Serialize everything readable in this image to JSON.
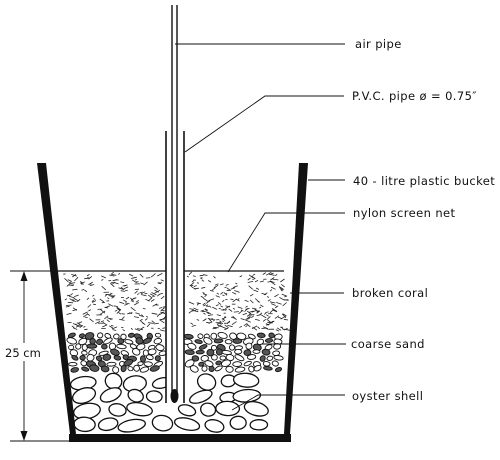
{
  "diagram": {
    "labels": {
      "air_pipe": "air pipe",
      "pvc_pipe": "P.V.C. pipe ø = 0.75″",
      "bucket": "40 - litre plastic bucket",
      "screen": "nylon screen net",
      "coral": "broken coral",
      "sand": "coarse sand",
      "oyster": "oyster shell"
    },
    "dimension": {
      "depth_label": "25 cm"
    },
    "colors": {
      "ink": "#111111",
      "background": "#ffffff"
    }
  }
}
